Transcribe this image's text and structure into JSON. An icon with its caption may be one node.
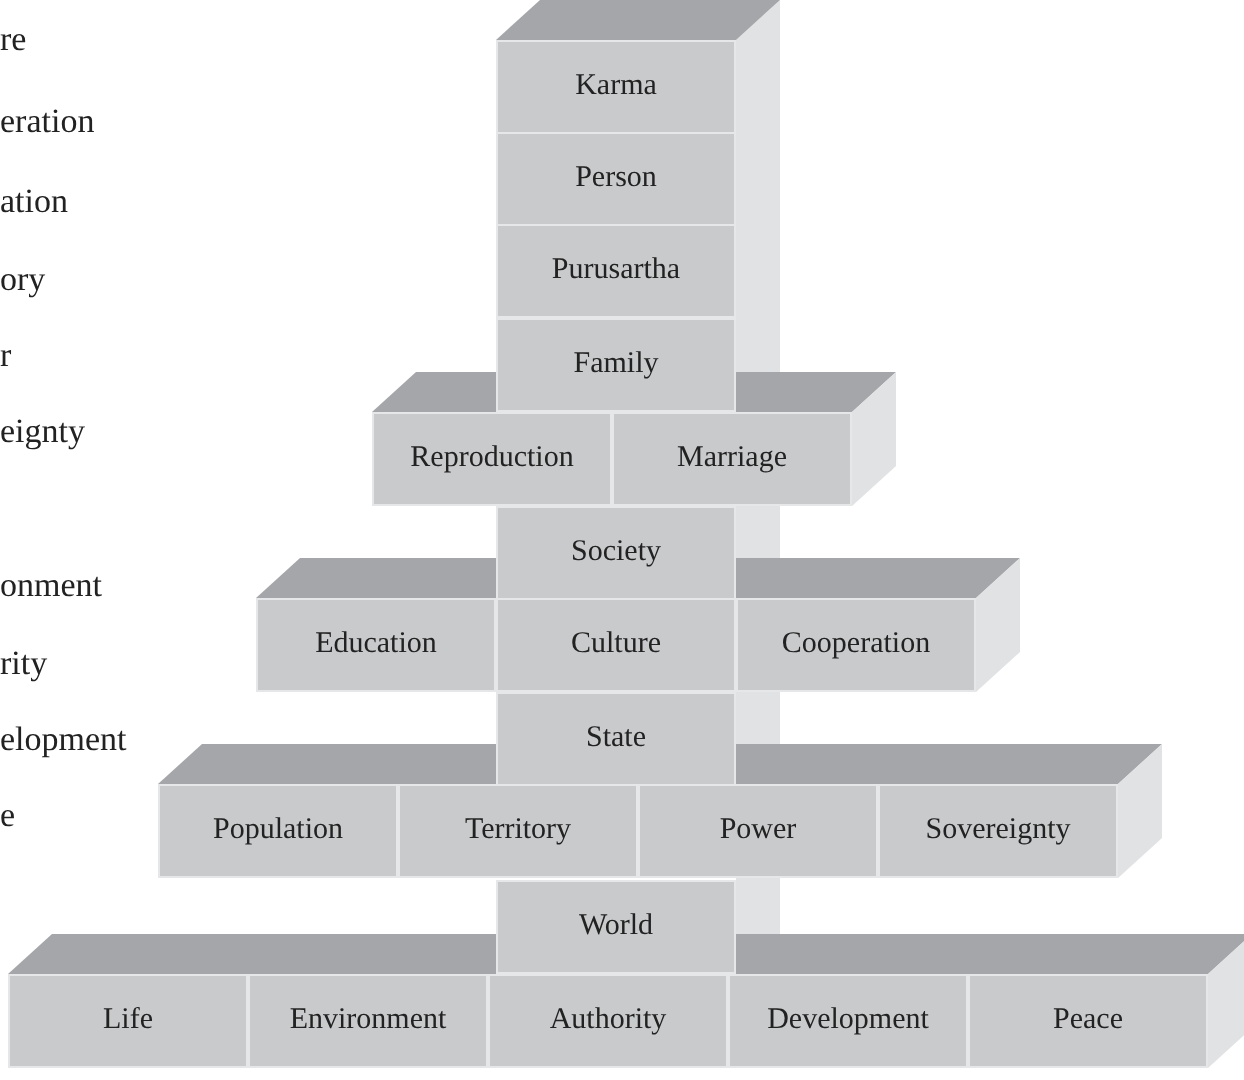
{
  "diagram": {
    "nodes": [
      {
        "text": [
          "Karma"
        ]
      },
      {
        "text": [
          "Person"
        ]
      },
      {
        "text": [
          "Purusartha"
        ]
      },
      {
        "text": [
          "Family"
        ]
      },
      {
        "text": [
          "Reproduction"
        ]
      },
      {
        "text": [
          "Marriage"
        ]
      },
      {
        "text": [
          "Society"
        ]
      },
      {
        "text": [
          "Education"
        ]
      },
      {
        "text": [
          "Culture"
        ]
      },
      {
        "text": [
          "Cooperation"
        ]
      },
      {
        "text": [
          "State"
        ]
      },
      {
        "text": [
          "Population"
        ]
      },
      {
        "text": [
          "Territory"
        ]
      },
      {
        "text": [
          "Power"
        ]
      },
      {
        "text": [
          "Sovereignty"
        ]
      },
      {
        "text": [
          "World"
        ]
      },
      {
        "text": [
          "Life"
        ]
      },
      {
        "text": [
          "Environment"
        ]
      },
      {
        "text": [
          "Authority"
        ]
      },
      {
        "text": [
          "Development"
        ]
      },
      {
        "text": [
          "Peace"
        ]
      }
    ],
    "labels": [
      "re",
      "eration",
      "ation",
      "ory",
      "r",
      "eignty",
      "onment",
      "rity",
      "elopment",
      "e"
    ]
  }
}
